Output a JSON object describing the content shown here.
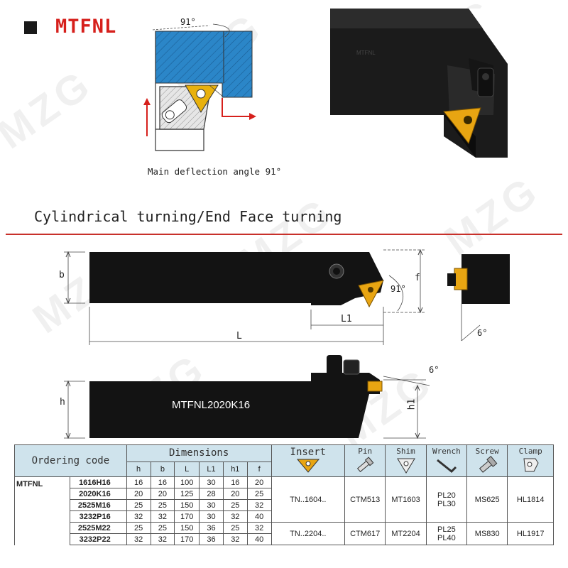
{
  "title": "MTFNL",
  "watermark": "MZG",
  "diagram": {
    "angle_label": "91°",
    "caption": "Main deflection angle 91°"
  },
  "photo_label": "MTFNL",
  "section_title": "Cylindrical turning/End Face turning",
  "drawing": {
    "dim_b": "b",
    "dim_L": "L",
    "dim_L1": "L1",
    "dim_f": "f",
    "dim_h": "h",
    "dim_h1": "h1",
    "angle_91": "91°",
    "angle_6_top": "6°",
    "angle_6_side": "6°",
    "tool_marking": "MTFNL2020K16"
  },
  "table": {
    "ordering_code_label": "Ordering code",
    "dimensions_label": "Dimensions",
    "dimension_columns": [
      "h",
      "b",
      "L",
      "L1",
      "h1",
      "f"
    ],
    "insert_label": "Insert",
    "pin_label": "Pin",
    "shim_label": "Shim",
    "wrench_label": "Wrench",
    "screw_label": "Screw",
    "clamp_label": "Clamp",
    "series": "MTFNL",
    "rows": [
      {
        "code": "1616H16",
        "dims": [
          "16",
          "16",
          "100",
          "30",
          "16",
          "20"
        ]
      },
      {
        "code": "2020K16",
        "dims": [
          "20",
          "20",
          "125",
          "28",
          "20",
          "25"
        ]
      },
      {
        "code": "2525M16",
        "dims": [
          "25",
          "25",
          "150",
          "30",
          "25",
          "32"
        ]
      },
      {
        "code": "3232P16",
        "dims": [
          "32",
          "32",
          "170",
          "30",
          "32",
          "40"
        ]
      },
      {
        "code": "2525M22",
        "dims": [
          "25",
          "25",
          "150",
          "36",
          "25",
          "32"
        ]
      },
      {
        "code": "3232P22",
        "dims": [
          "32",
          "32",
          "170",
          "36",
          "32",
          "40"
        ]
      }
    ],
    "group1": {
      "insert": "TN..1604..",
      "pin": "CTM513",
      "shim": "MT1603",
      "wrench_1": "PL20",
      "wrench_2": "PL30",
      "screw": "MS625",
      "clamp": "HL1814"
    },
    "group2": {
      "insert": "TN..2204..",
      "pin": "CTM617",
      "shim": "MT2204",
      "wrench_1": "PL25",
      "wrench_2": "PL40",
      "screw": "MS830",
      "clamp": "HL1917"
    }
  },
  "colors": {
    "title_red": "#d6201c",
    "divider_red": "#c8302a",
    "workpiece_blue": "#2b86c8",
    "insert_yellow": "#e8b10e",
    "table_header": "#cfe3ec",
    "tool_black": "#111111"
  }
}
